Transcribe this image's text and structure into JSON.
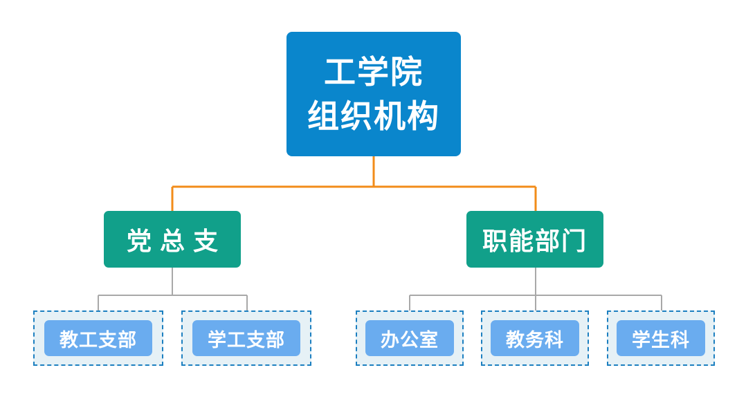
{
  "colors": {
    "root_fill": "#0a86cc",
    "mid_fill": "#11a08a",
    "leaf_fill": "#6aacef",
    "leaf_frame_border": "#1c7fc0",
    "leaf_frame_fill": "#e6f1f6",
    "root_connector": "#f28c1a",
    "leaf_connector": "#a8a8a8"
  },
  "root": {
    "line1": "工学院",
    "line2": "组织机构"
  },
  "branches": [
    {
      "label": "党总支",
      "children": [
        "教工支部",
        "学工支部"
      ]
    },
    {
      "label": "职能部门",
      "children": [
        "办公室",
        "教务科",
        "学生科"
      ]
    }
  ]
}
